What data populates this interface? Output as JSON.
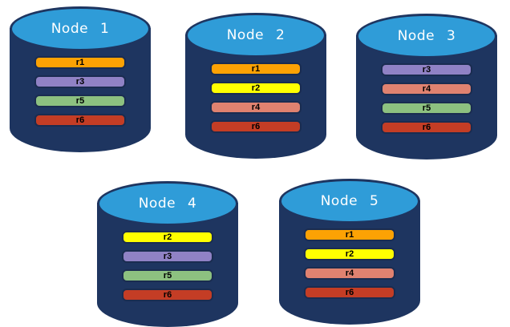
{
  "diagram": {
    "nodes": [
      {
        "label": "Node 1",
        "replicas": [
          "r1",
          "r3",
          "r5",
          "r6"
        ]
      },
      {
        "label": "Node 2",
        "replicas": [
          "r1",
          "r2",
          "r4",
          "r6"
        ]
      },
      {
        "label": "Node 3",
        "replicas": [
          "r3",
          "r4",
          "r5",
          "r6"
        ]
      },
      {
        "label": "Node 4",
        "replicas": [
          "r2",
          "r3",
          "r5",
          "r6"
        ]
      },
      {
        "label": "Node 5",
        "replicas": [
          "r1",
          "r2",
          "r4",
          "r6"
        ]
      }
    ],
    "replica_colors": {
      "r1": "#FCA204",
      "r2": "#FFFF00",
      "r3": "#9082C5",
      "r4": "#E08270",
      "r5": "#8DC180",
      "r6": "#C43D25"
    },
    "colors": {
      "cylinder_body": "#1E3560",
      "cylinder_top": "#2F9CD8",
      "bar_border": "#1A2C50",
      "node_label": "#FFFFFF",
      "replica_label": "#000000",
      "background": "#FFFFFF"
    }
  }
}
